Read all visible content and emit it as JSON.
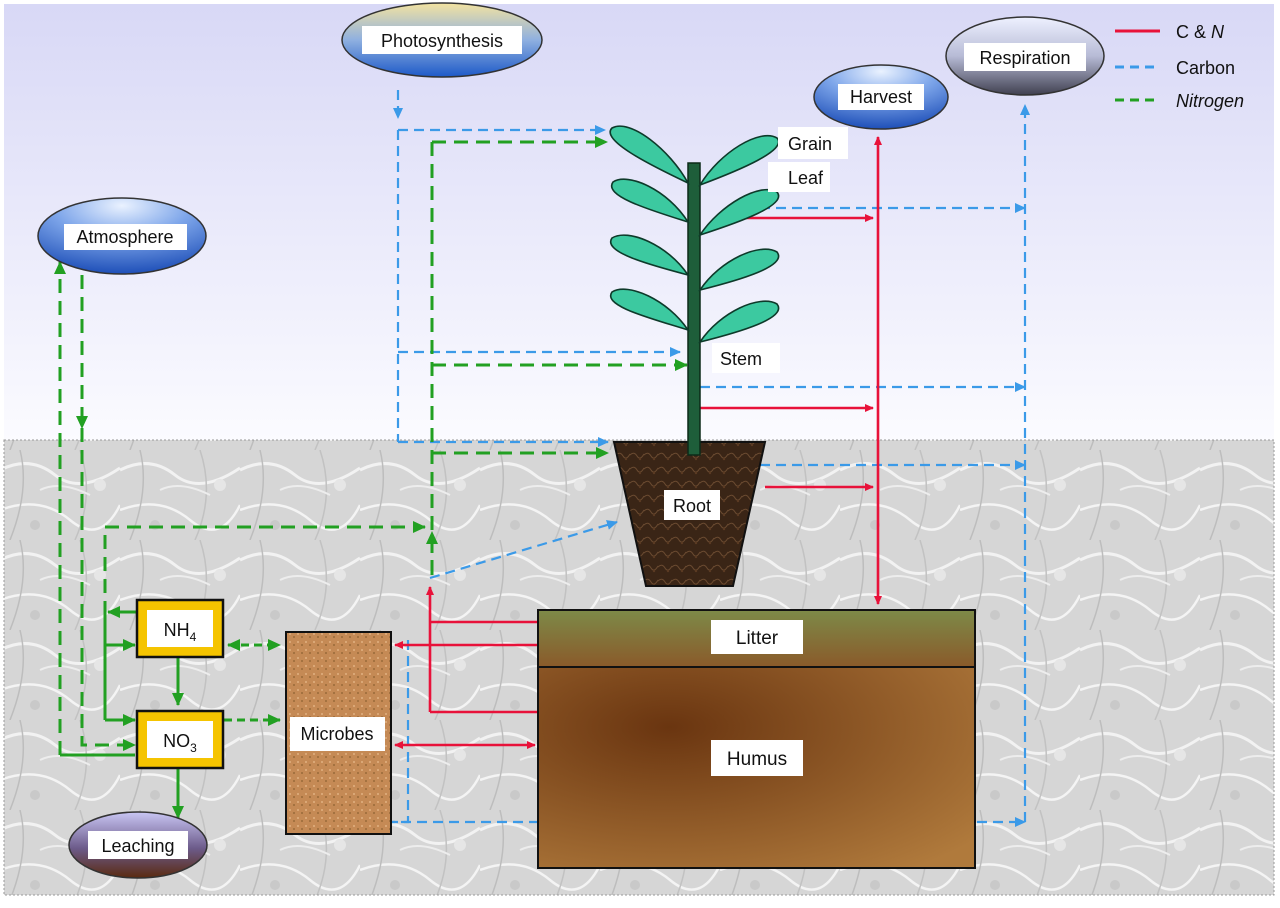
{
  "pools": {
    "photosynthesis": "Photosynthesis",
    "atmosphere": "Atmosphere",
    "harvest": "Harvest",
    "respiration": "Respiration",
    "leaching": "Leaching",
    "grain": "Grain",
    "leaf": "Leaf",
    "stem": "Stem",
    "root": "Root",
    "nh4": "NH",
    "nh4_sub": "4",
    "no3": "NO",
    "no3_sub": "3",
    "microbes": "Microbes",
    "litter": "Litter",
    "humus": "Humus"
  },
  "legend": [
    {
      "label": "C & ",
      "label_italic": "N",
      "style": "solid",
      "color": "#e8123a"
    },
    {
      "label": "Carbon",
      "label_italic": "",
      "style": "dashed",
      "color": "#3b9ae8"
    },
    {
      "label": "",
      "label_italic": "Nitrogen",
      "style": "dashed",
      "color": "#22a022"
    }
  ],
  "colors": {
    "cn": "#e8123a",
    "carbon": "#3b9ae8",
    "nitrogen": "#22a022",
    "sky": "#dcdcf7",
    "soil": "#d4d4d4",
    "leaf": "#3cc9a0",
    "stem": "#1e5e3a",
    "mineral_box": "#f5c400",
    "humus": "#8a4a1c"
  }
}
